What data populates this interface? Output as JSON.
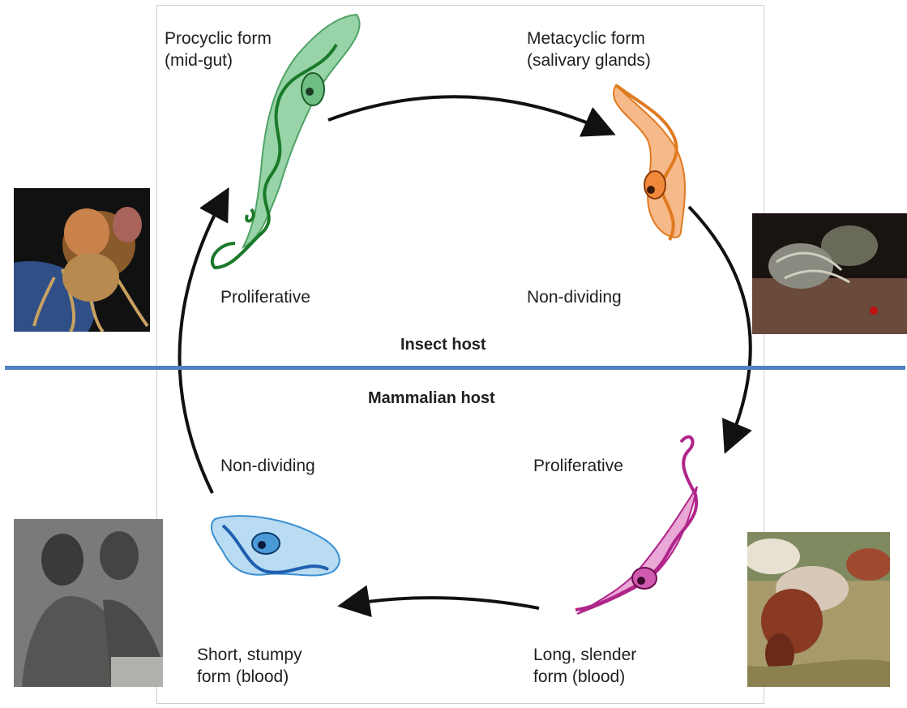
{
  "labels": {
    "procyclic": "Procyclic form\n(mid-gut)",
    "metacyclic": "Metacyclic form\n(salivary glands)",
    "prolif_top": "Proliferative",
    "nondiv_top": "Non-dividing",
    "insect_host": "Insect host",
    "mammalian_host": "Mammalian host",
    "nondiv_bottom": "Non-dividing",
    "prolif_bottom": "Proliferative",
    "stumpy": "Short, stumpy\nform (blood)",
    "slender": "Long, slender\nform (blood)"
  },
  "colors": {
    "divider": "#4f81bd",
    "procyclic": "#2e8b3e",
    "metacyclic": "#e07a1f",
    "slender": "#b0258a",
    "stumpy": "#1f6fbf",
    "arrow": "#111111"
  },
  "photos": {
    "tsetse_closeup": "tsetse fly close-up",
    "tsetse_feeding": "tsetse fly feeding on skin",
    "people": "two people (sleeping sickness patients)",
    "cattle": "cattle grazing"
  }
}
